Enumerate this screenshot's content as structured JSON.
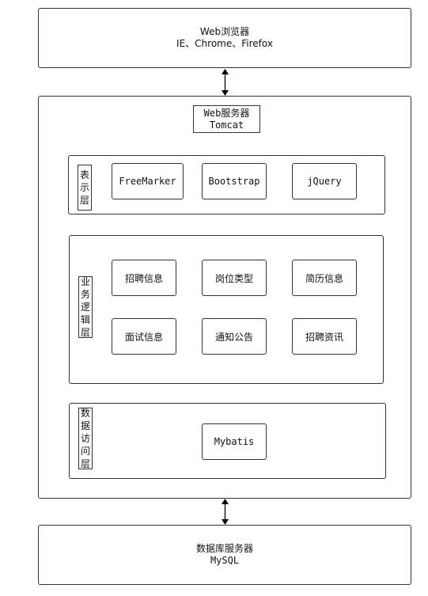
{
  "browser": {
    "title": "Web浏览器",
    "subtitle": "IE、Chrome、Firefox"
  },
  "server": {
    "title": "Web服务器",
    "subtitle": "Tomcat"
  },
  "presentation": {
    "label": "表示层",
    "items": [
      "FreeMarker",
      "Bootstrap",
      "jQuery"
    ]
  },
  "business": {
    "label": "业务逻辑层",
    "items": [
      "招聘信息",
      "岗位类型",
      "简历信息",
      "面试信息",
      "通知公告",
      "招聘资讯"
    ]
  },
  "data_access": {
    "label": "数据访问层",
    "items": [
      "Mybatis"
    ]
  },
  "database": {
    "title": "数据库服务器",
    "subtitle": "MySQL"
  }
}
